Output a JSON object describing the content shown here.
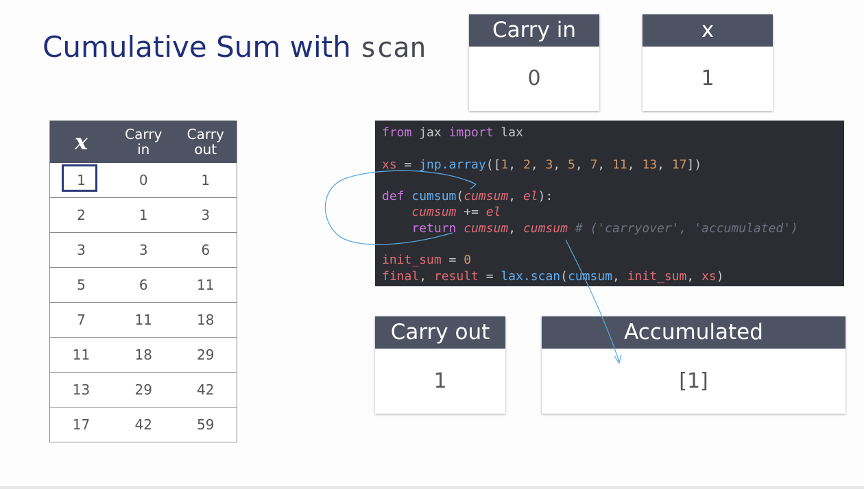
{
  "title": {
    "main": "Cumulative Sum with ",
    "code": "scan"
  },
  "table": {
    "headers": {
      "x": "x",
      "carry_in": "Carry in",
      "carry_out": "Carry out"
    },
    "rows": [
      {
        "x": "1",
        "carry_in": "0",
        "carry_out": "1"
      },
      {
        "x": "2",
        "carry_in": "1",
        "carry_out": "3"
      },
      {
        "x": "3",
        "carry_in": "3",
        "carry_out": "6"
      },
      {
        "x": "5",
        "carry_in": "6",
        "carry_out": "11"
      },
      {
        "x": "7",
        "carry_in": "11",
        "carry_out": "18"
      },
      {
        "x": "11",
        "carry_in": "18",
        "carry_out": "29"
      },
      {
        "x": "13",
        "carry_in": "29",
        "carry_out": "42"
      },
      {
        "x": "17",
        "carry_in": "42",
        "carry_out": "59"
      }
    ]
  },
  "cards": {
    "carry_in": {
      "label": "Carry in",
      "value": "0"
    },
    "x": {
      "label": "x",
      "value": "1"
    },
    "carry_out": {
      "label": "Carry out",
      "value": "1"
    },
    "accumulated": {
      "label": "Accumulated",
      "value": "[1]"
    }
  },
  "code": {
    "l1": {
      "a": "from",
      "b": " jax ",
      "c": "import",
      "d": " lax"
    },
    "l2": {
      "a": "xs",
      "b": " = ",
      "c": "jnp.array",
      "d": "([",
      "n1": "1",
      "n2": "2",
      "n3": "3",
      "n4": "5",
      "n5": "7",
      "n6": "11",
      "n7": "13",
      "n8": "17",
      "sep": ", ",
      "e": "])"
    },
    "l3": {
      "a": "def",
      "b": "cumsum",
      "c": "(",
      "d": "cumsum",
      "e": ", ",
      "f": "el",
      "g": "):"
    },
    "l4": {
      "a": "cumsum",
      "b": " += ",
      "c": "el"
    },
    "l5": {
      "a": "return",
      "b": "cumsum",
      "c": ", ",
      "d": "cumsum",
      "e": " # ('carryover', 'accumulated')"
    },
    "l6": {
      "a": "init_sum",
      "b": " = ",
      "c": "0"
    },
    "l7": {
      "a": "final",
      "b": ", ",
      "c": "result",
      "d": " = ",
      "e": "lax.scan",
      "f": "(",
      "g": "cumsum",
      "h": ", ",
      "i": "init_sum",
      "j": ", ",
      "k": "xs",
      "l": ")"
    }
  },
  "colors": {
    "title": "#1f2f7a",
    "header_bg": "#4e5363",
    "code_bg": "#2b2d33",
    "annotation": "#5aa8e0",
    "highlight": "#2a3a78"
  }
}
